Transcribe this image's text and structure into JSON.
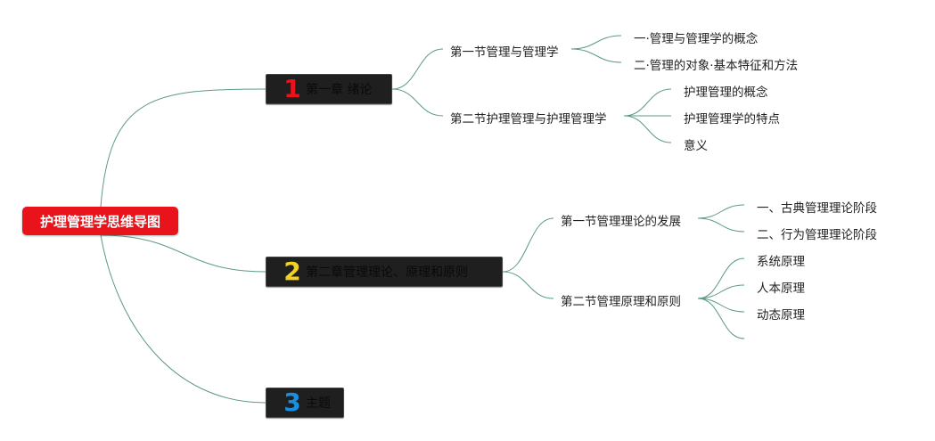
{
  "root": {
    "label": "护理管理学思维导图",
    "color": "#e8131b"
  },
  "chapters": [
    {
      "num": "1",
      "num_color": "#e8131b",
      "label": "第一章 绪论"
    },
    {
      "num": "2",
      "num_color": "#f2d21f",
      "label": "第二章管理理论、原理和原则"
    },
    {
      "num": "3",
      "num_color": "#1a8fe0",
      "label": "主题"
    }
  ],
  "sections": [
    {
      "label": "第一节管理与管理学",
      "items": [
        "一·管理与管理学的概念",
        "二·管理的对象·基本特征和方法"
      ]
    },
    {
      "label": "第二节护理管理与护理管理学",
      "items": [
        "护理管理的概念",
        "护理管理学的特点",
        "意义"
      ]
    },
    {
      "label": "第一节管理理论的发展",
      "items": [
        "一、古典管理理论阶段",
        "二、行为管理理论阶段"
      ]
    },
    {
      "label": "第二节管理原理和原则",
      "items": [
        "系统原理",
        "人本原理",
        "动态原理",
        ""
      ]
    }
  ],
  "connector_color": "#5b9a86"
}
